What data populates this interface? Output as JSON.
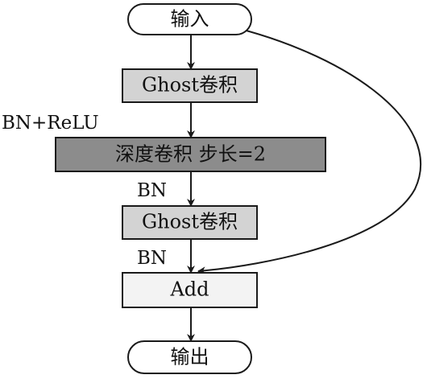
{
  "nodes": {
    "input": "输入",
    "ghost_conv_1": "Ghost卷积",
    "depthwise_conv": "深度卷积 步长=2",
    "ghost_conv_2": "Ghost卷积",
    "add": "Add",
    "output": "输出"
  },
  "edge_labels": {
    "after_ghost_1": "BN+ReLU",
    "after_depthwise": "BN",
    "after_ghost_2": "BN"
  },
  "colors": {
    "ghost_fill": "#d3d3d3",
    "depthwise_fill": "#8c8c8c",
    "add_fill": "#f3f3f3",
    "terminal_fill": "#ffffff",
    "stroke": "#1a1a1a"
  }
}
